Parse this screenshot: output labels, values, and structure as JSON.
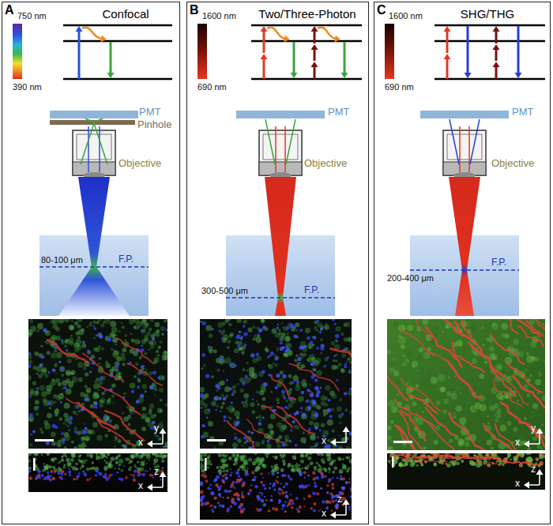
{
  "diagram": {
    "nodes": [
      {
        "text": [
          "A",
          "Confocal"
        ]
      },
      {
        "text": [
          "B",
          "Two/Three-Photon"
        ]
      },
      {
        "text": [
          "C",
          "SHG/THG"
        ]
      }
    ],
    "labels": [
      "750 nm",
      "390 nm",
      "PMT",
      "Pinhole",
      "Objective",
      "80-100 μm",
      "F.P.",
      "y",
      "x",
      "z",
      "x",
      "1600 nm",
      "690 nm",
      "PMT",
      "Objective",
      "300-500 μm",
      "F.P.",
      "x",
      "z",
      "x",
      "1600 nm",
      "690 nm",
      "PMT",
      "Objective",
      "F.P.",
      "200-400 μm",
      "y",
      "x",
      "z",
      "x"
    ]
  }
}
